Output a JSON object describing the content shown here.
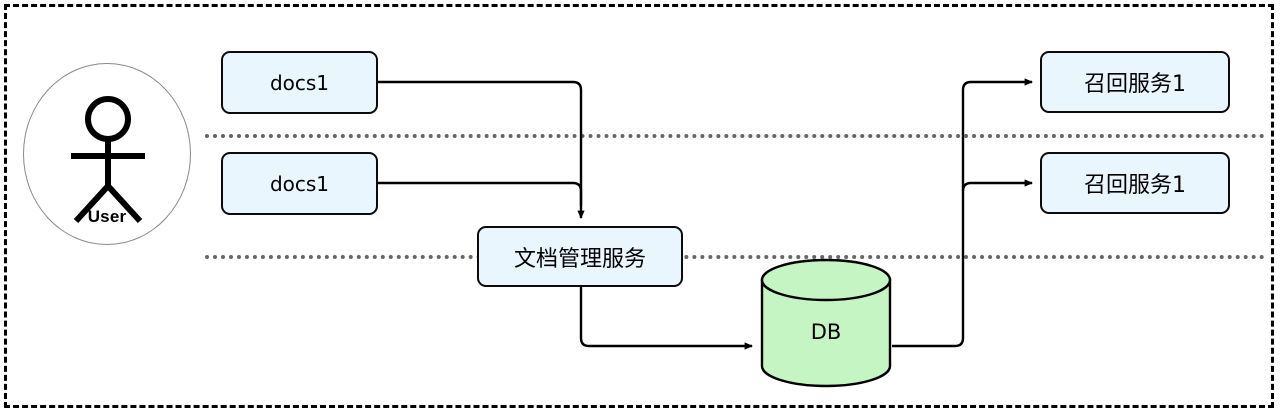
{
  "diagram": {
    "type": "flow-architecture-diagram",
    "background": "#ffffff",
    "frame": {
      "style": "dashed",
      "color": "#000000"
    },
    "colors": {
      "node_fill": "#eaf6fd",
      "node_stroke": "#0b0b0b",
      "db_fill": "#c6f5c4",
      "db_stroke": "#000000",
      "edge": "#000000",
      "lane_separator": "#666666",
      "actor_stroke": "#8a8a8a"
    },
    "actor": {
      "name": "user-actor",
      "label": "User"
    },
    "lanes": [
      {
        "name": "lane-top"
      },
      {
        "name": "lane-middle"
      },
      {
        "name": "lane-bottom"
      }
    ],
    "nodes": [
      {
        "id": "docs-1",
        "label": "docs1",
        "shape": "rounded-rect",
        "script": "latin"
      },
      {
        "id": "docs-2",
        "label": "docs1",
        "shape": "rounded-rect",
        "script": "latin"
      },
      {
        "id": "doc-mgmt",
        "label": "文档管理服务",
        "shape": "rounded-rect",
        "script": "cjk"
      },
      {
        "id": "db",
        "label": "DB",
        "shape": "cylinder",
        "script": "latin"
      },
      {
        "id": "recall-1",
        "label": "召回服务1",
        "shape": "rounded-rect",
        "script": "cjk"
      },
      {
        "id": "recall-2",
        "label": "召回服务1",
        "shape": "rounded-rect",
        "script": "cjk"
      }
    ],
    "edges": [
      {
        "from": "docs-1",
        "to": "doc-mgmt",
        "arrow": true
      },
      {
        "from": "docs-2",
        "to": "doc-mgmt",
        "arrow": true
      },
      {
        "from": "doc-mgmt",
        "to": "db",
        "arrow": true
      },
      {
        "from": "db",
        "to": "recall-1",
        "arrow": true
      },
      {
        "from": "db",
        "to": "recall-2",
        "arrow": true
      }
    ]
  }
}
